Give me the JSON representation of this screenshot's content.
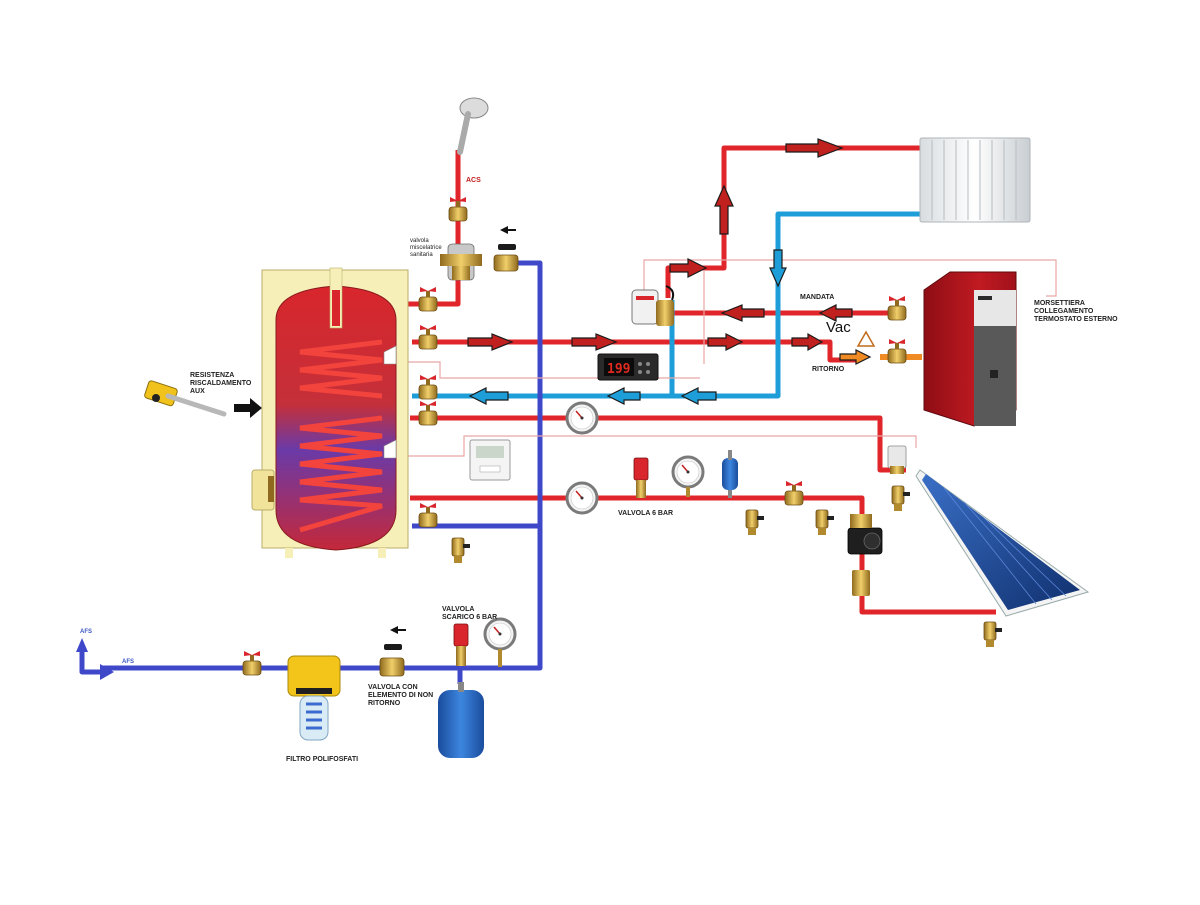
{
  "labels": {
    "acs": "ACS",
    "mixing_valve": "valvola\nmiscelatrice\nsanitaria",
    "heater": "RESISTENZA\nRISCALDAMENTO\nAUX",
    "mandata": "MANDATA",
    "ritorno": "RITORNO",
    "vac": "Vac",
    "terminal_block": "MORSETTIERA\nCOLLEGAMENTO\nTERMOSTATO ESTERNO",
    "valve_6bar": "VALVOLA  6 BAR",
    "drain_valve": "VALVOLA\nSCARICO 6 BAR",
    "check_valve": "VALVOLA CON\nELEMENTO DI NON\nRITORNO",
    "filter": "FILTRO POLIFOSFATI",
    "afs_inlet": "AFS",
    "afs_pipe": "AFS"
  },
  "displays": {
    "controller_readout": "199"
  },
  "colors": {
    "hot_pipe": "#e0262a",
    "cold_pipe": "#3f48c8",
    "return_pipe": "#1e9ed8",
    "tank_red": "#d8262c",
    "tank_purple": "#6a3aa8",
    "tank_case": "#f6f0b8",
    "brass": "#c9a13a",
    "boiler_red": "#b8151e",
    "expansion_blue": "#2a6bc8",
    "solar_blue": "#1e4a9a"
  }
}
